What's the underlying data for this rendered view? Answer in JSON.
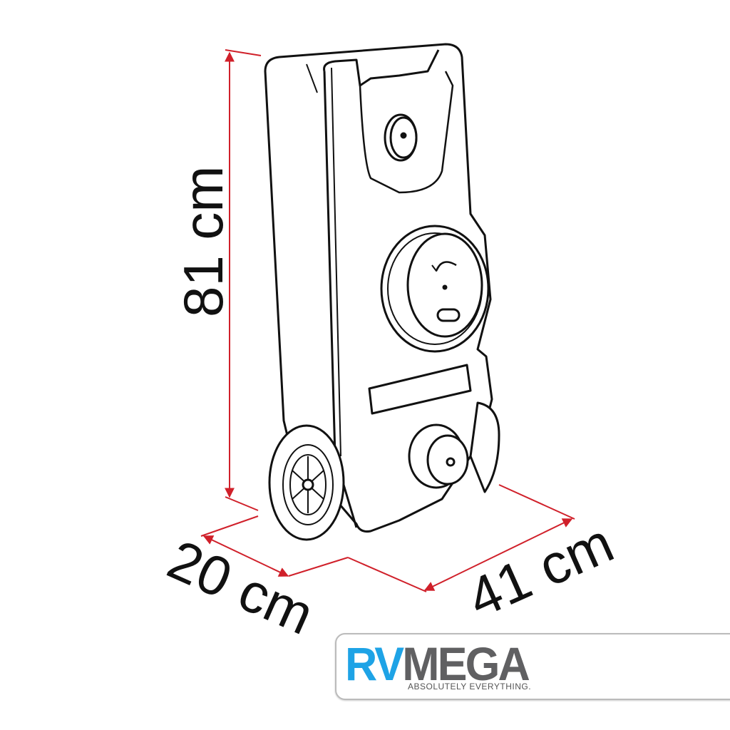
{
  "dimensions": {
    "height_label": "81 cm",
    "depth_label": "20 cm",
    "width_label": "41 cm"
  },
  "logo": {
    "brand_part1": "RV",
    "brand_part2": "MEGA",
    "tagline": "ABSOLUTELY EVERYTHING."
  },
  "colors": {
    "dimension_line": "#d0202a",
    "brand_blue": "#1ea3e6",
    "brand_gray": "#606062"
  }
}
